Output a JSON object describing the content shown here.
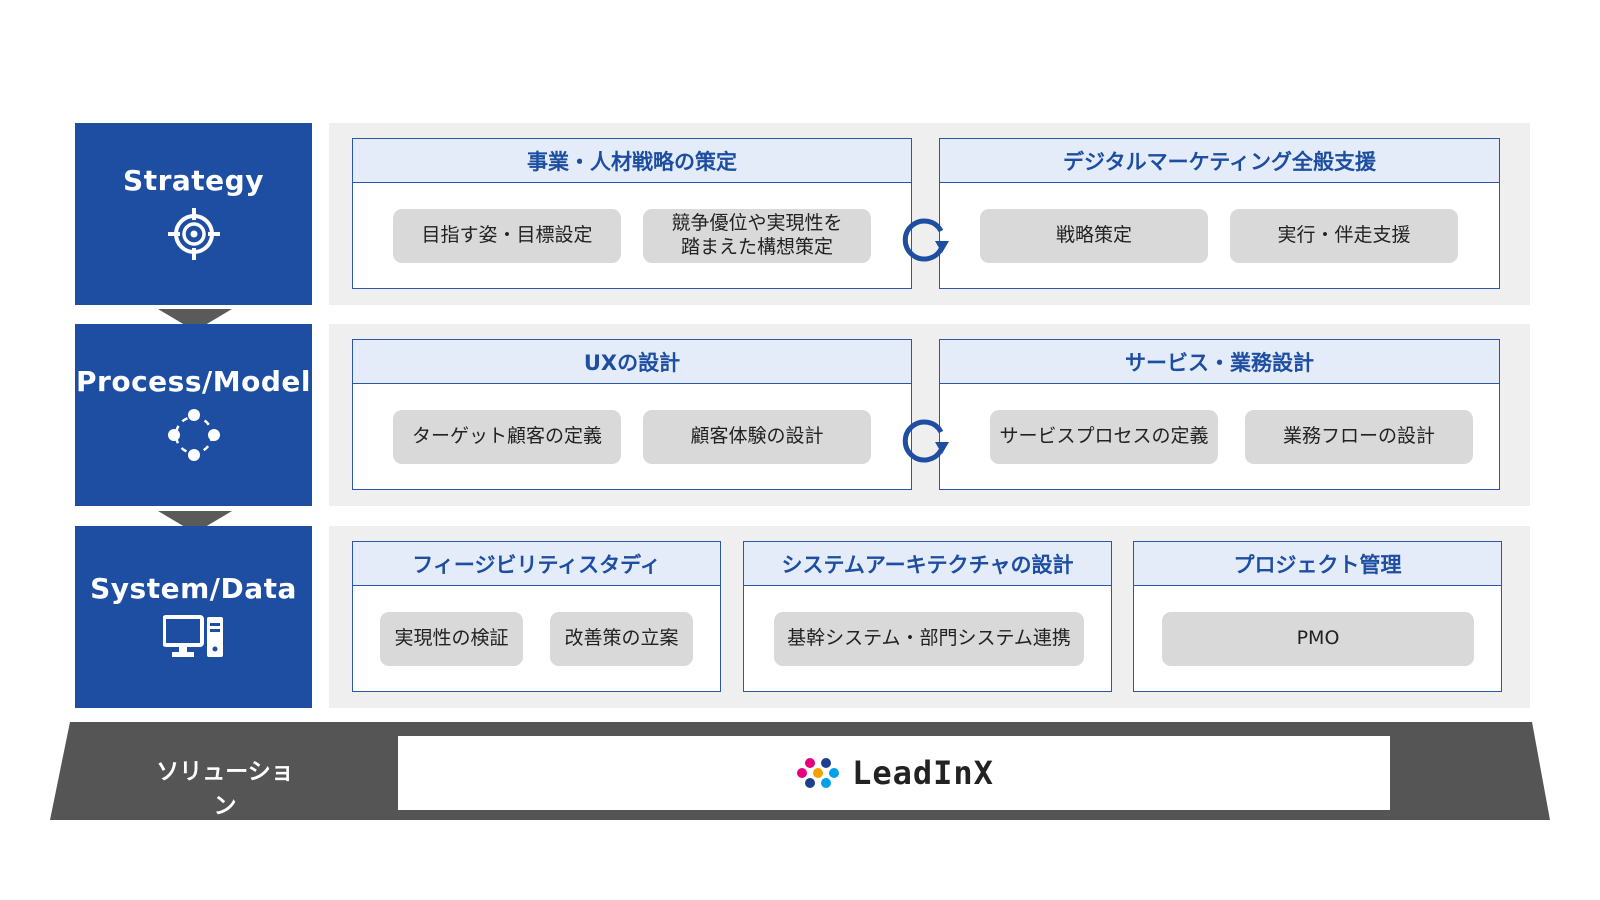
{
  "layers": [
    {
      "label": "Strategy",
      "icon": "target-icon",
      "cards": [
        {
          "title": "事業・人材戦略の策定",
          "items": [
            "目指す姿・目標設定",
            "競争優位や実現性を\n踏まえた構想策定"
          ]
        },
        {
          "title": "デジタルマーケティング全般支援",
          "items": [
            "戦略策定",
            "実行・伴走支援"
          ]
        }
      ]
    },
    {
      "label": "Process/Model",
      "icon": "cycle-nodes-icon",
      "cards": [
        {
          "title": "UXの設計",
          "items": [
            "ターゲット顧客の定義",
            "顧客体験の設計"
          ]
        },
        {
          "title": "サービス・業務設計",
          "items": [
            "サービスプロセスの定義",
            "業務フローの設計"
          ]
        }
      ]
    },
    {
      "label": "System/Data",
      "icon": "computer-icon",
      "cards": [
        {
          "title": "フィージビリティスタディ",
          "items": [
            "実現性の検証",
            "改善策の立案"
          ]
        },
        {
          "title": "システムアーキテクチャの設計",
          "items": [
            "基幹システム・部門システム連携"
          ]
        },
        {
          "title": "プロジェクト管理",
          "items": [
            "PMO"
          ]
        }
      ]
    }
  ],
  "solution": {
    "label": "ソリューション",
    "logo_text": "LeadInX",
    "logo_icon": "leadinx-logo-icon"
  },
  "colors": {
    "primary": "#1e4ea1",
    "card_header_bg": "#e3ecf8",
    "chip_bg": "#d9d9d9",
    "panel_bg": "#efefef",
    "base_bar": "#555555"
  }
}
